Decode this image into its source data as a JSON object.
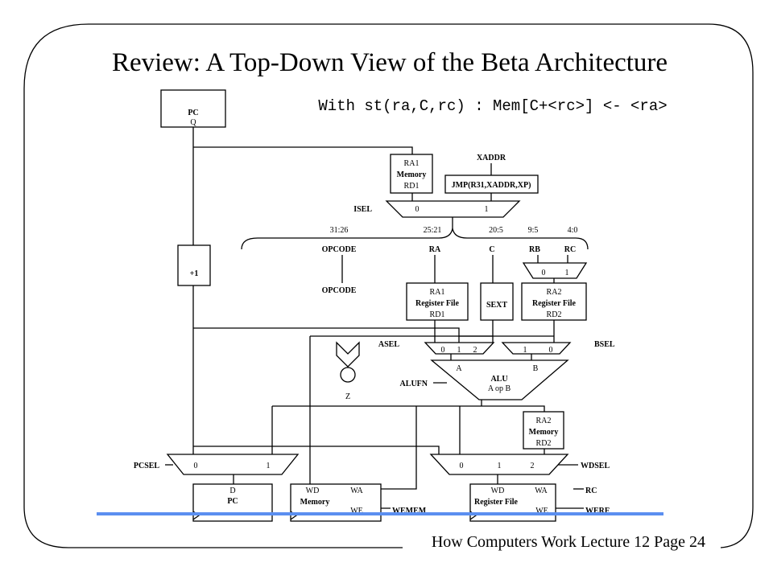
{
  "slide": {
    "title": "Review: A Top-Down View of the Beta Architecture",
    "subtitle": "With st(ra,C,rc) : Mem[C+<rc>] <- <ra>",
    "footer": "How Computers Work Lecture 12 Page 24",
    "accent_line_color": "#5b8ff0"
  },
  "diagram": {
    "pc_top": {
      "l1": "PC",
      "l2": "Q"
    },
    "plus1": "+1",
    "xaddr": "XADDR",
    "imem": {
      "l1": "RA1",
      "l2": "Memory",
      "l3": "RD1"
    },
    "jmp": "JMP(R31,XADDR,XP)",
    "isel": {
      "label": "ISEL",
      "in0": "0",
      "in1": "1"
    },
    "fields": {
      "f1": "31:26",
      "f2": "25:21",
      "f3": "20:5",
      "f4": "9:5",
      "f5": "4:0"
    },
    "field_names": {
      "opcode": "OPCODE",
      "ra": "RA",
      "c": "C",
      "rb": "RB",
      "rc": "RC"
    },
    "rb_rc_mux": {
      "in0": "0",
      "in1": "1"
    },
    "opcode_out": "OPCODE",
    "rf1": {
      "l1": "RA1",
      "l2": "Register File",
      "l3": "RD1"
    },
    "sext": "SEXT",
    "rf2": {
      "l1": "RA2",
      "l2": "Register File",
      "l3": "RD2"
    },
    "asel": {
      "label": "ASEL",
      "in0": "0",
      "in1": "1",
      "in2": "2"
    },
    "bsel": {
      "label": "BSEL",
      "in1": "1",
      "in0": "0"
    },
    "alu": {
      "a": "A",
      "b": "B",
      "name": "ALU",
      "op": "A op B",
      "fn_label": "ALUFN"
    },
    "z": "Z",
    "dmem": {
      "l1": "RA2",
      "l2": "Memory",
      "l3": "RD2"
    },
    "pcsel": {
      "label": "PCSEL",
      "in0": "0",
      "in1": "1"
    },
    "wdsel": {
      "label": "WDSEL",
      "in0": "0",
      "in1": "1",
      "in2": "2"
    },
    "pc_reg": {
      "d": "D",
      "name": "PC"
    },
    "mem_write": {
      "wd": "WD",
      "wa": "WA",
      "name": "Memory",
      "we": "WE",
      "ctrl": "WEMEM"
    },
    "rf_write": {
      "wd": "WD",
      "wa": "WA",
      "name": "Register File",
      "we": "WE",
      "wa_in": "RC",
      "ctrl": "WERF"
    }
  }
}
